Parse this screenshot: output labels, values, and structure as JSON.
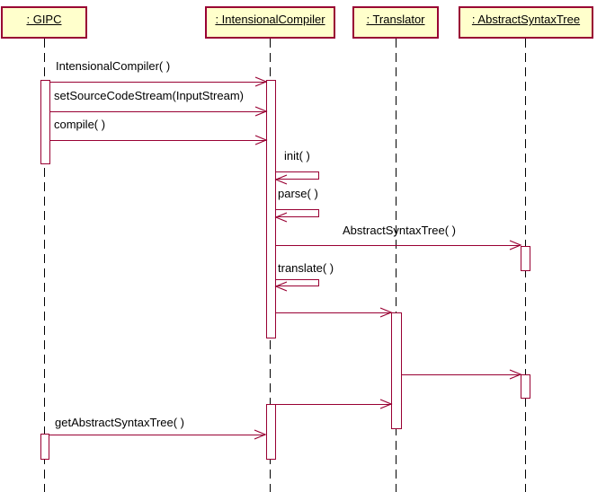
{
  "diagram": {
    "type": "uml-sequence-diagram",
    "colors": {
      "line_color": "#990033",
      "box_fill": "#FFFFCC",
      "lifeline_color": "#000000",
      "background": "#FFFFFF"
    },
    "objects": [
      {
        "label": ": GIPC"
      },
      {
        "label": ": IntensionalCompiler"
      },
      {
        "label": ": Translator"
      },
      {
        "label": ": AbstractSyntaxTree"
      }
    ],
    "messages": [
      {
        "label": "IntensionalCompiler( )",
        "from": ": GIPC",
        "to": ": IntensionalCompiler",
        "kind": "call"
      },
      {
        "label": "setSourceCodeStream(InputStream)",
        "from": ": GIPC",
        "to": ": IntensionalCompiler",
        "kind": "call"
      },
      {
        "label": "compile( )",
        "from": ": GIPC",
        "to": ": IntensionalCompiler",
        "kind": "call"
      },
      {
        "label": "init( )",
        "from": ": IntensionalCompiler",
        "to": ": IntensionalCompiler",
        "kind": "self-call"
      },
      {
        "label": "parse( )",
        "from": ": IntensionalCompiler",
        "to": ": IntensionalCompiler",
        "kind": "self-call"
      },
      {
        "label": "AbstractSyntaxTree( )",
        "from": ": IntensionalCompiler",
        "to": ": AbstractSyntaxTree",
        "kind": "call"
      },
      {
        "label": "translate( )",
        "from": ": IntensionalCompiler",
        "to": ": IntensionalCompiler",
        "kind": "self-call"
      },
      {
        "label": "",
        "from": ": IntensionalCompiler",
        "to": ": Translator",
        "kind": "call"
      },
      {
        "label": "",
        "from": ": Translator",
        "to": ": AbstractSyntaxTree",
        "kind": "call"
      },
      {
        "label": "",
        "from": ": IntensionalCompiler",
        "to": ": Translator",
        "kind": "call"
      },
      {
        "label": "getAbstractSyntaxTree( )",
        "from": ": GIPC",
        "to": ": IntensionalCompiler",
        "kind": "call"
      }
    ]
  }
}
